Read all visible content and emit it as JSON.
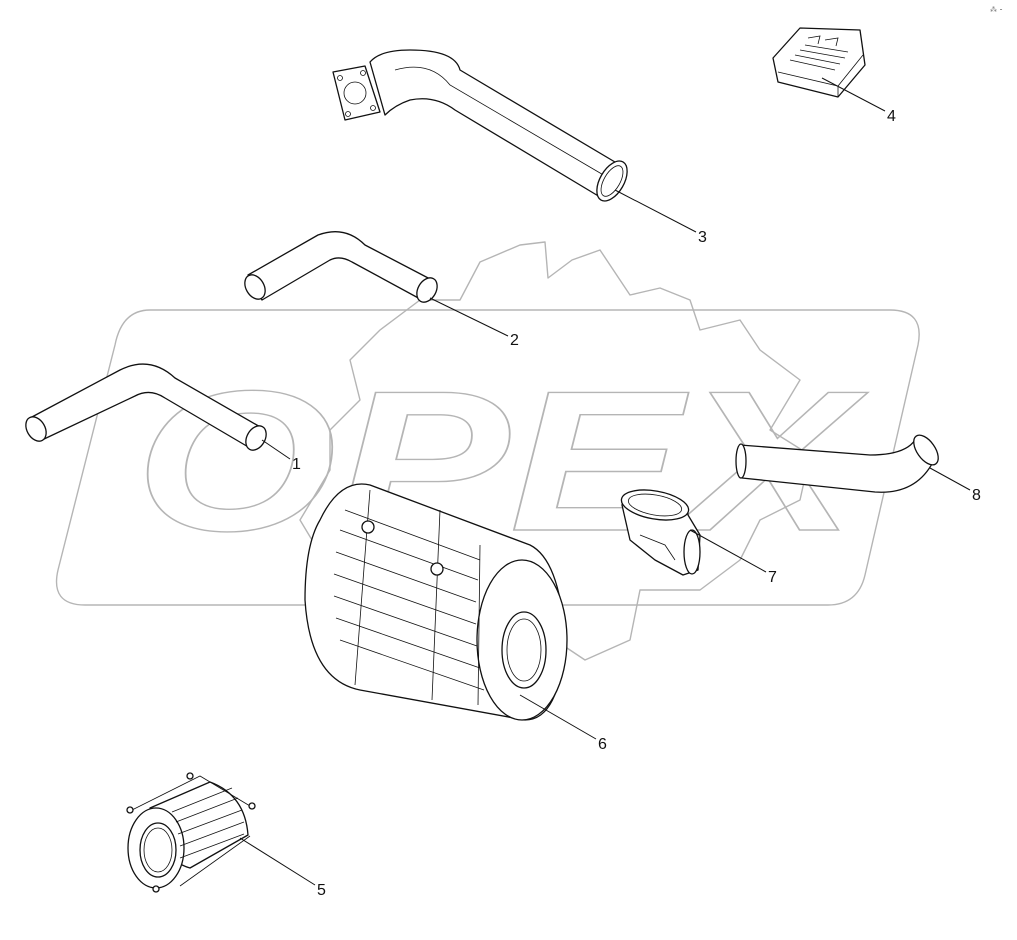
{
  "watermark": {
    "text": "OPEX"
  },
  "corner_mark": {
    "text": "⁂ ⁃"
  },
  "callouts": [
    {
      "id": "1",
      "label": "1",
      "part": "bent-tube-long"
    },
    {
      "id": "2",
      "label": "2",
      "part": "bent-tube-short"
    },
    {
      "id": "3",
      "label": "3",
      "part": "flanged-intake-pipe"
    },
    {
      "id": "4",
      "label": "4",
      "part": "electronic-module"
    },
    {
      "id": "5",
      "label": "5",
      "part": "bellows-compensator"
    },
    {
      "id": "6",
      "label": "6",
      "part": "air-filter-housing"
    },
    {
      "id": "7",
      "label": "7",
      "part": "elbow-connector"
    },
    {
      "id": "8",
      "label": "8",
      "part": "intake-hose"
    }
  ]
}
